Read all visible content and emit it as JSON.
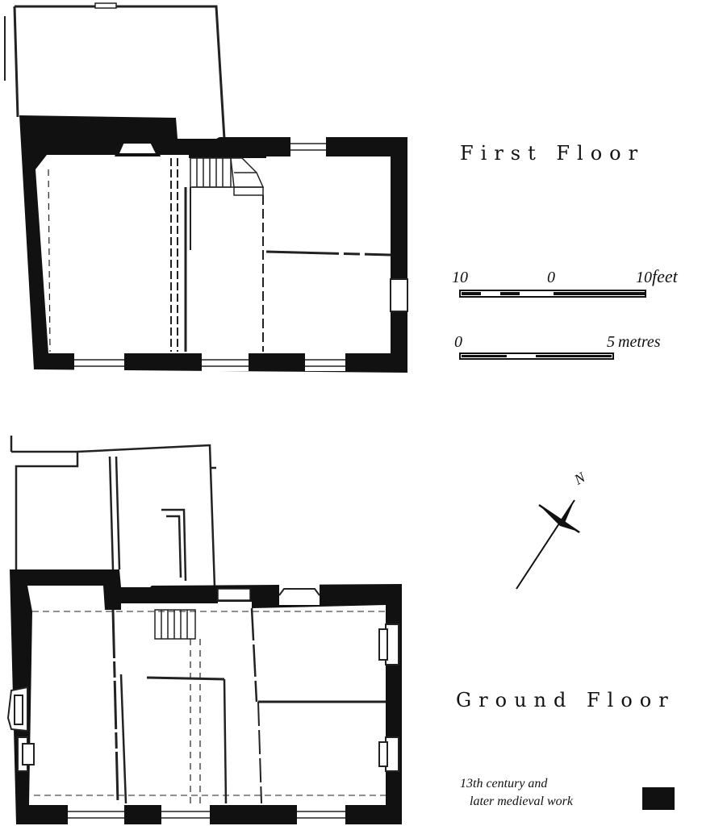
{
  "plans": {
    "first_floor_title": "First Floor",
    "ground_floor_title": "Ground Floor"
  },
  "scale": {
    "feet_left": "10",
    "feet_mid": "0",
    "feet_right": "10",
    "feet_unit": "feet",
    "metres_left": "0",
    "metres_right": "5",
    "metres_unit": "metres"
  },
  "north": {
    "label": "N"
  },
  "legend": {
    "line1": "13th century and",
    "line2": "later medieval work"
  },
  "colors": {
    "wall": "#111111",
    "line": "#222222",
    "paper": "#ffffff"
  }
}
